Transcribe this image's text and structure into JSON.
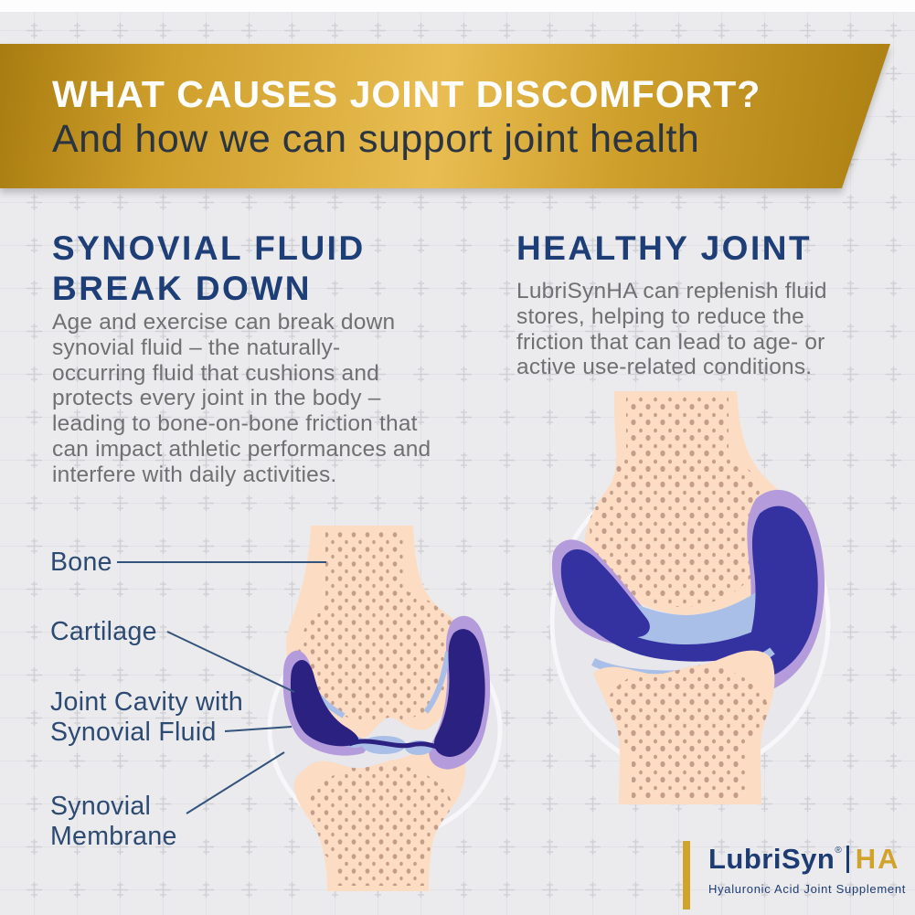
{
  "banner": {
    "title": "WHAT CAUSES JOINT DISCOMFORT?",
    "subtitle": "And how we can support joint health"
  },
  "sections": {
    "left": {
      "heading": "SYNOVIAL FLUID\nBREAK DOWN",
      "body": "Age and exercise can break down\nsynovial fluid – the naturally-\noccurring fluid that cushions and\nprotects every joint in the body –\nleading to bone-on-bone friction that\ncan impact athletic performances and\ninterfere with daily activities."
    },
    "right": {
      "heading": "HEALTHY JOINT",
      "body": "LubriSynHA can replenish fluid\nstores, helping to reduce the\nfriction that can lead to age- or\nactive use-related conditions."
    }
  },
  "labels": {
    "bone": "Bone",
    "cartilage": "Cartilage",
    "joint_cavity": "Joint Cavity with\nSynovial Fluid",
    "synovial_membrane": "Synovial\nMembrane"
  },
  "logo": {
    "brand": "LubriSyn",
    "registered_mark": "®",
    "suffix": "HA",
    "tagline": "Hyaluronic Acid Joint Supplement"
  },
  "colors": {
    "page_bg": "#ebebed",
    "top_strip": "#fdfdfd",
    "grid_line": "#dcdce1",
    "grid_cross": "#c9c9d1",
    "gold_dark": "#a87c10",
    "gold": "#cf9f2b",
    "gold_light": "#e9bd52",
    "banner_title": "#ffffff",
    "banner_subtitle": "#2b3542",
    "heading_navy": "#1d3e76",
    "body_gray": "#707073",
    "label_navy": "#2c4a72",
    "line_navy": "#33527c",
    "logo_navy": "#1d3c74",
    "logo_gold": "#d2a32c",
    "bone": "#fcdcc3",
    "bone_dot": "#c59d8b",
    "capsule": "#e7e7ec",
    "capsule_rim": "#f7f7f9",
    "fluid_dark": "#2b2181",
    "fluid_dark_healthy": "#3332a0",
    "cartilage_blue": "#a9bfe8",
    "membrane_purple": "#b49bdb"
  }
}
